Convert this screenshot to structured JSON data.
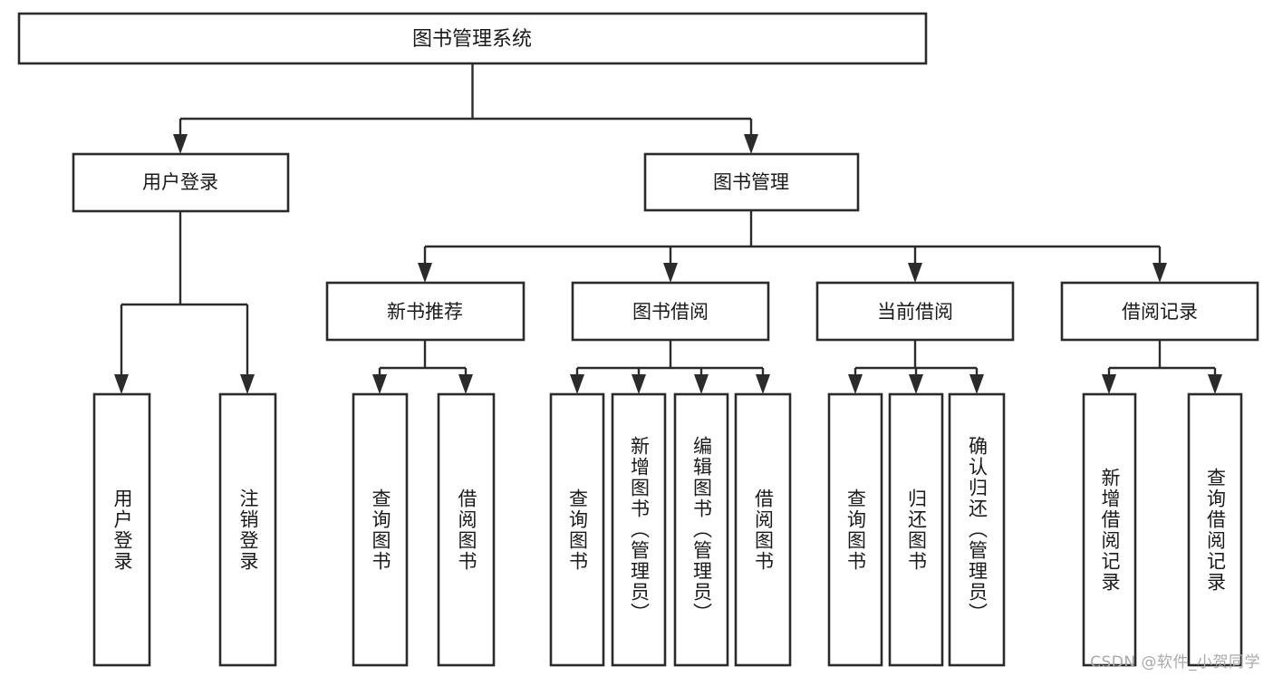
{
  "diagram": {
    "title": "图书管理系统",
    "type": "hierarchy-tree",
    "root": {
      "label": "图书管理系统"
    },
    "level2": [
      {
        "label": "用户登录"
      },
      {
        "label": "图书管理"
      }
    ],
    "level3": [
      {
        "label": "新书推荐"
      },
      {
        "label": "图书借阅"
      },
      {
        "label": "当前借阅"
      },
      {
        "label": "借阅记录"
      }
    ],
    "leaves": {
      "user_login": [
        {
          "label": "用户登录"
        },
        {
          "label": "注销登录"
        }
      ],
      "new_book_recommend": [
        {
          "label": "查询图书"
        },
        {
          "label": "借阅图书"
        }
      ],
      "book_borrow": [
        {
          "label": "查询图书"
        },
        {
          "label": "新增图书（管理员）"
        },
        {
          "label": "编辑图书（管理员）"
        },
        {
          "label": "借阅图书"
        }
      ],
      "current_borrow": [
        {
          "label": "查询图书"
        },
        {
          "label": "归还图书"
        },
        {
          "label": "确认归还（管理员）"
        }
      ],
      "borrow_record": [
        {
          "label": "新增借阅记录"
        },
        {
          "label": "查询借阅记录"
        }
      ]
    }
  },
  "watermark": {
    "text": "CSDN @软件_小贺同学"
  },
  "colors": {
    "background": "#ffffff",
    "box_fill": "#ffffff",
    "stroke": "#2b2b2b",
    "text": "#1a1a1a",
    "watermark": "#a9a9a9"
  }
}
